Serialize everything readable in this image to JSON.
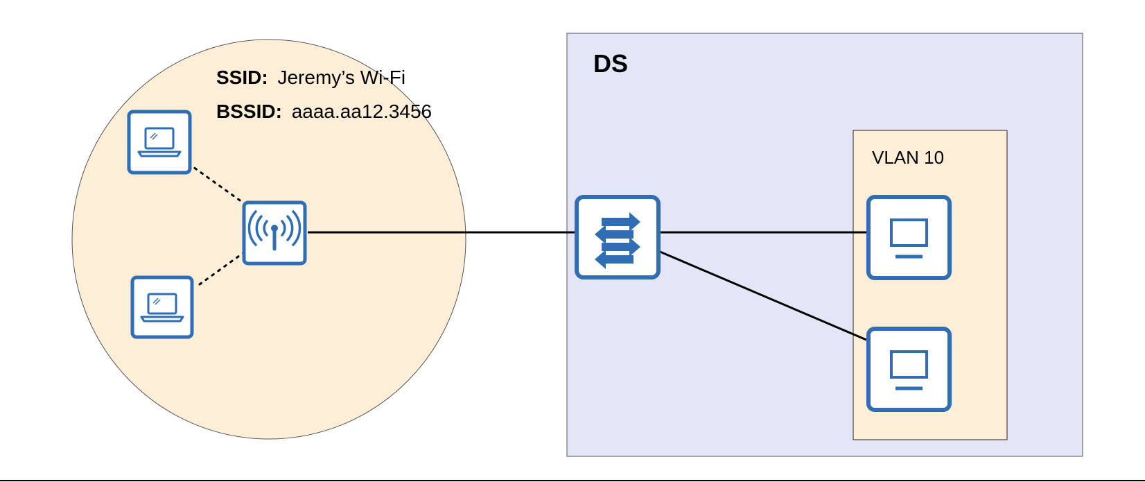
{
  "bss": {
    "ssid_label": "SSID:",
    "ssid_value": "Jeremy’s Wi-Fi",
    "bssid_label": "BSSID:",
    "bssid_value": "aaaa.aa12.3456"
  },
  "ds": {
    "label": "DS"
  },
  "vlan": {
    "label": "VLAN 10"
  },
  "icons": {
    "laptop": "laptop-icon",
    "access_point": "wireless-access-point-icon",
    "switch": "switch-icon",
    "pc": "desktop-computer-icon"
  },
  "colors": {
    "bss_fill": "#FDEFD7",
    "ds_fill": "#E4E5F7",
    "vlan_fill": "#FDEFD7",
    "icon_blue": "#2F6DB5",
    "line": "#000000"
  }
}
